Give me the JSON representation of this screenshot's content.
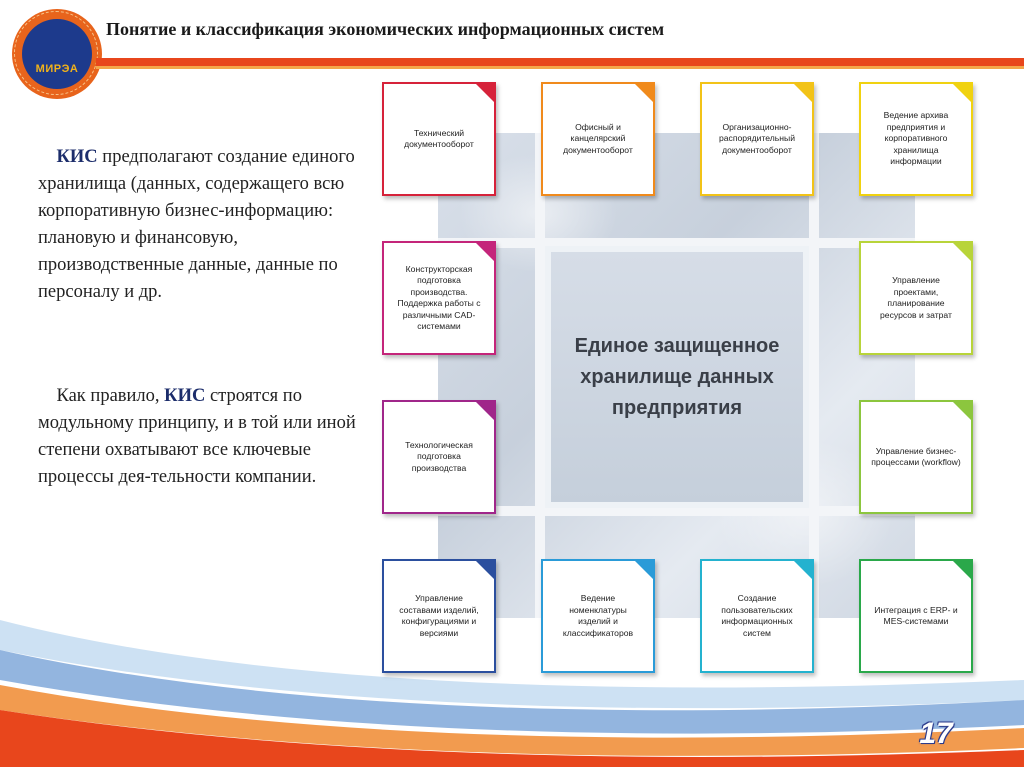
{
  "header": {
    "title": "Понятие и классификация экономических информационных систем",
    "logo_text": "МИРЭА"
  },
  "text": {
    "p1_bold": "КИС",
    "p1_rest": " предполагают создание единого хранилища (данных, содержащего всю корпоративную бизнес-информацию: плановую и финансовую, производственные данные, данные по персоналу и др.",
    "p2_start": "Как правило, ",
    "p2_bold": "КИС",
    "p2_rest": " строятся по модульному принципу, и в той или иной степени охватывают все ключевые процессы дея-тельности компании."
  },
  "diagram": {
    "center": "Единое защищенное хранилище данных предприятия",
    "modules": [
      {
        "label": "Технический документооборот",
        "color": "#d6223a"
      },
      {
        "label": "Офисный и канцелярский документооборот",
        "color": "#f08a1c"
      },
      {
        "label": "Организационно-распорядительный документооборот",
        "color": "#f2c318"
      },
      {
        "label": "Ведение архива предприятия и корпоративного хранилища информации",
        "color": "#f0d210"
      },
      {
        "label": "Конструкторская подготовка производства. Поддержка работы с различными CAD-системами",
        "color": "#c4257a"
      },
      {
        "label": "Управление проектами, планирование ресурсов и затрат",
        "color": "#b8d43a"
      },
      {
        "label": "Технологическая подготовка производства",
        "color": "#a0268a"
      },
      {
        "label": "Управление бизнес-процессами (workflow)",
        "color": "#8cc63e"
      },
      {
        "label": "Управление составами изделий, конфигурациями и версиями",
        "color": "#2b4f9e"
      },
      {
        "label": "Ведение номенклатуры изделий и классификаторов",
        "color": "#2a9bd8"
      },
      {
        "label": "Создание пользовательских информационных систем",
        "color": "#24b2cf"
      },
      {
        "label": "Интеграция с ERP- и MES-системами",
        "color": "#2aa84a"
      }
    ]
  },
  "footer": {
    "page_number": "17"
  }
}
